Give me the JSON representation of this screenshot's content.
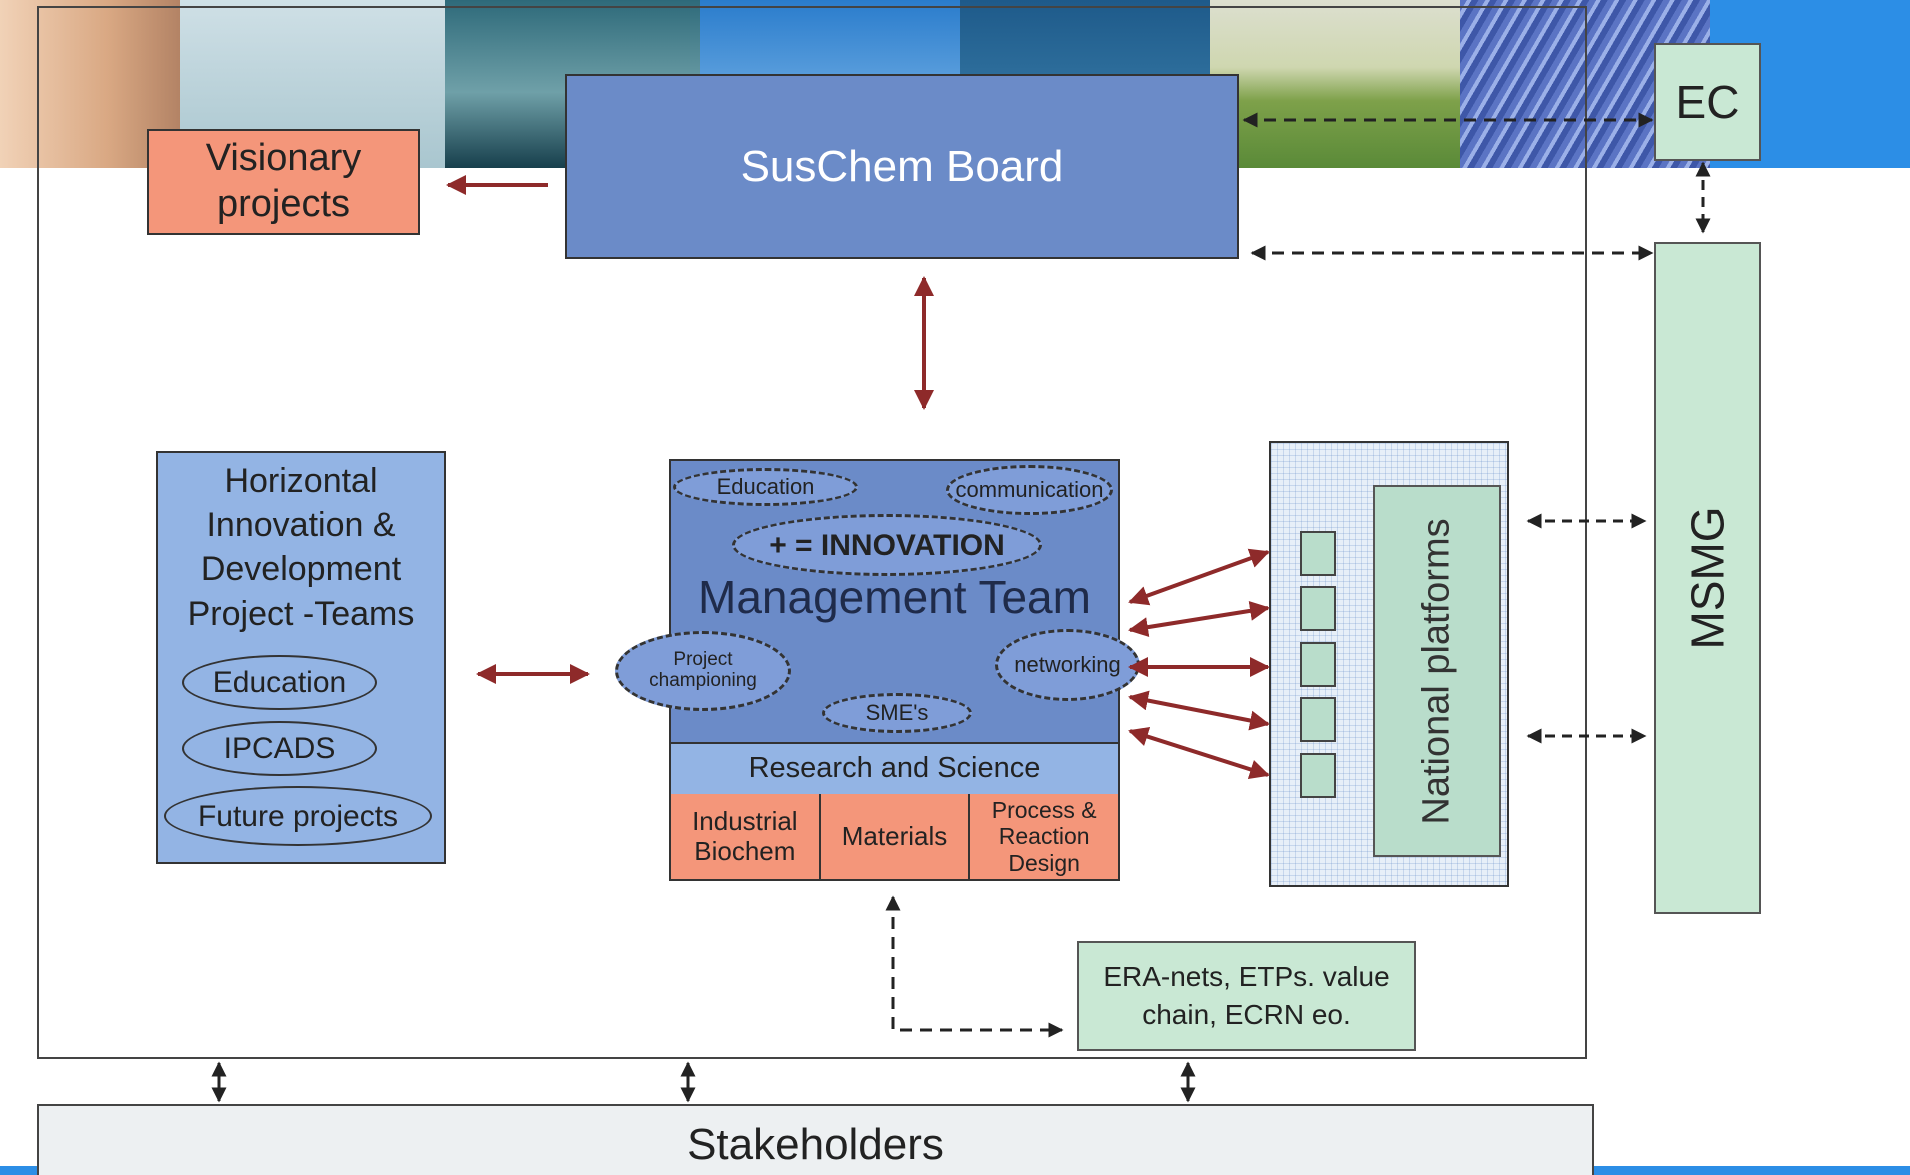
{
  "board": {
    "label": "SusChem Board"
  },
  "visionary": {
    "label": "Visionary projects"
  },
  "ec": {
    "label": "EC"
  },
  "msmg": {
    "label": "MSMG"
  },
  "horizontal": {
    "title": "Horizontal Innovation & Development Project -Teams",
    "items": [
      "Education",
      "IPCADS",
      "Future projects"
    ]
  },
  "management": {
    "title": "Management Team",
    "tags": {
      "education": "Education",
      "communication": "communication",
      "innovation": "+ = INNOVATION",
      "project": "Project championing",
      "networking": "networking",
      "sme": "SME's"
    },
    "research": "Research and Science",
    "areas": [
      "Industrial Biochem",
      "Materials",
      "Process & Reaction Design"
    ]
  },
  "national": {
    "label": "National platforms"
  },
  "era": {
    "label": "ERA-nets, ETPs. value chain, ECRN eo."
  },
  "stakeholders": {
    "label": "Stakeholders"
  },
  "colors": {
    "board": "#6b8bc8",
    "visionary": "#f4967a",
    "green_box": "#c9e8d4",
    "horizontal": "#93b4e4",
    "stakeholders": "#edf0f2",
    "dark_red_arrow": "#8e2a2a",
    "blue_rule": "#2c8ee6"
  }
}
